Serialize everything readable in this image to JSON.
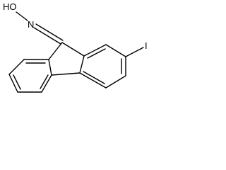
{
  "structure": {
    "atoms": {
      "hydroxyl": "HO",
      "oxime_n": "N",
      "iodine": "I"
    }
  }
}
